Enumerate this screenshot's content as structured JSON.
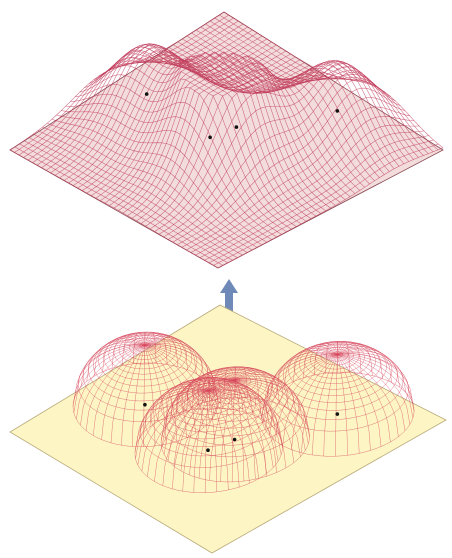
{
  "colors": {
    "background": "#ffffff",
    "top_plane_fill": "#f2dcdc",
    "top_plane_edge": "#8a4a55",
    "top_mesh": "#c0395a",
    "bottom_plane_fill": "#fdf6c4",
    "bottom_plane_edge": "#b9a97a",
    "bottom_mesh": "#d6455a",
    "arrow": "#6f89b8",
    "point": "#111111"
  },
  "panels": [
    {
      "id": "summed-surface",
      "icon": "mesh-surface",
      "peaks": 4,
      "description_visible": false
    },
    {
      "id": "individual-kernels",
      "icon": "mesh-domes",
      "kernels": 4
    }
  ],
  "arrow": {
    "icon": "arrow-up-icon",
    "direction": "up"
  }
}
